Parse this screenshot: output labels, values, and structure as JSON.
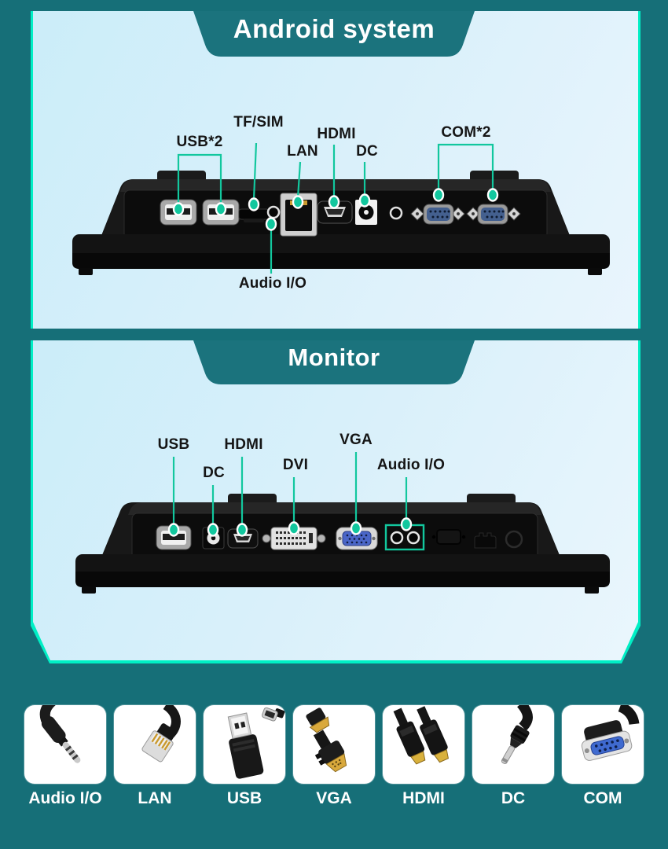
{
  "colors": {
    "page_bg": "#166F78",
    "banner_bg": "#1B737D",
    "panel_edge_cyan": "#00EFC5",
    "panel_bg_top": "#CBEDF9",
    "panel_bg_bottom": "#EAF6FD",
    "callout_green": "#12C79E",
    "label_text": "#151515",
    "banner_text": "#FFFFFF"
  },
  "android_section": {
    "title": "Android system",
    "port_labels": {
      "usb": "USB*2",
      "tf_sim": "TF/SIM",
      "lan": "LAN",
      "hdmi": "HDMI",
      "dc": "DC",
      "com": "COM*2",
      "audio": "Audio I/O"
    }
  },
  "monitor_section": {
    "title": "Monitor",
    "port_labels": {
      "usb": "USB",
      "dc": "DC",
      "hdmi": "HDMI",
      "dvi": "DVI",
      "vga": "VGA",
      "audio": "Audio I/O"
    }
  },
  "legend": {
    "items": [
      {
        "label": "Audio I/O"
      },
      {
        "label": "LAN"
      },
      {
        "label": "USB"
      },
      {
        "label": "VGA"
      },
      {
        "label": "HDMI"
      },
      {
        "label": "DC"
      },
      {
        "label": "COM"
      }
    ]
  }
}
